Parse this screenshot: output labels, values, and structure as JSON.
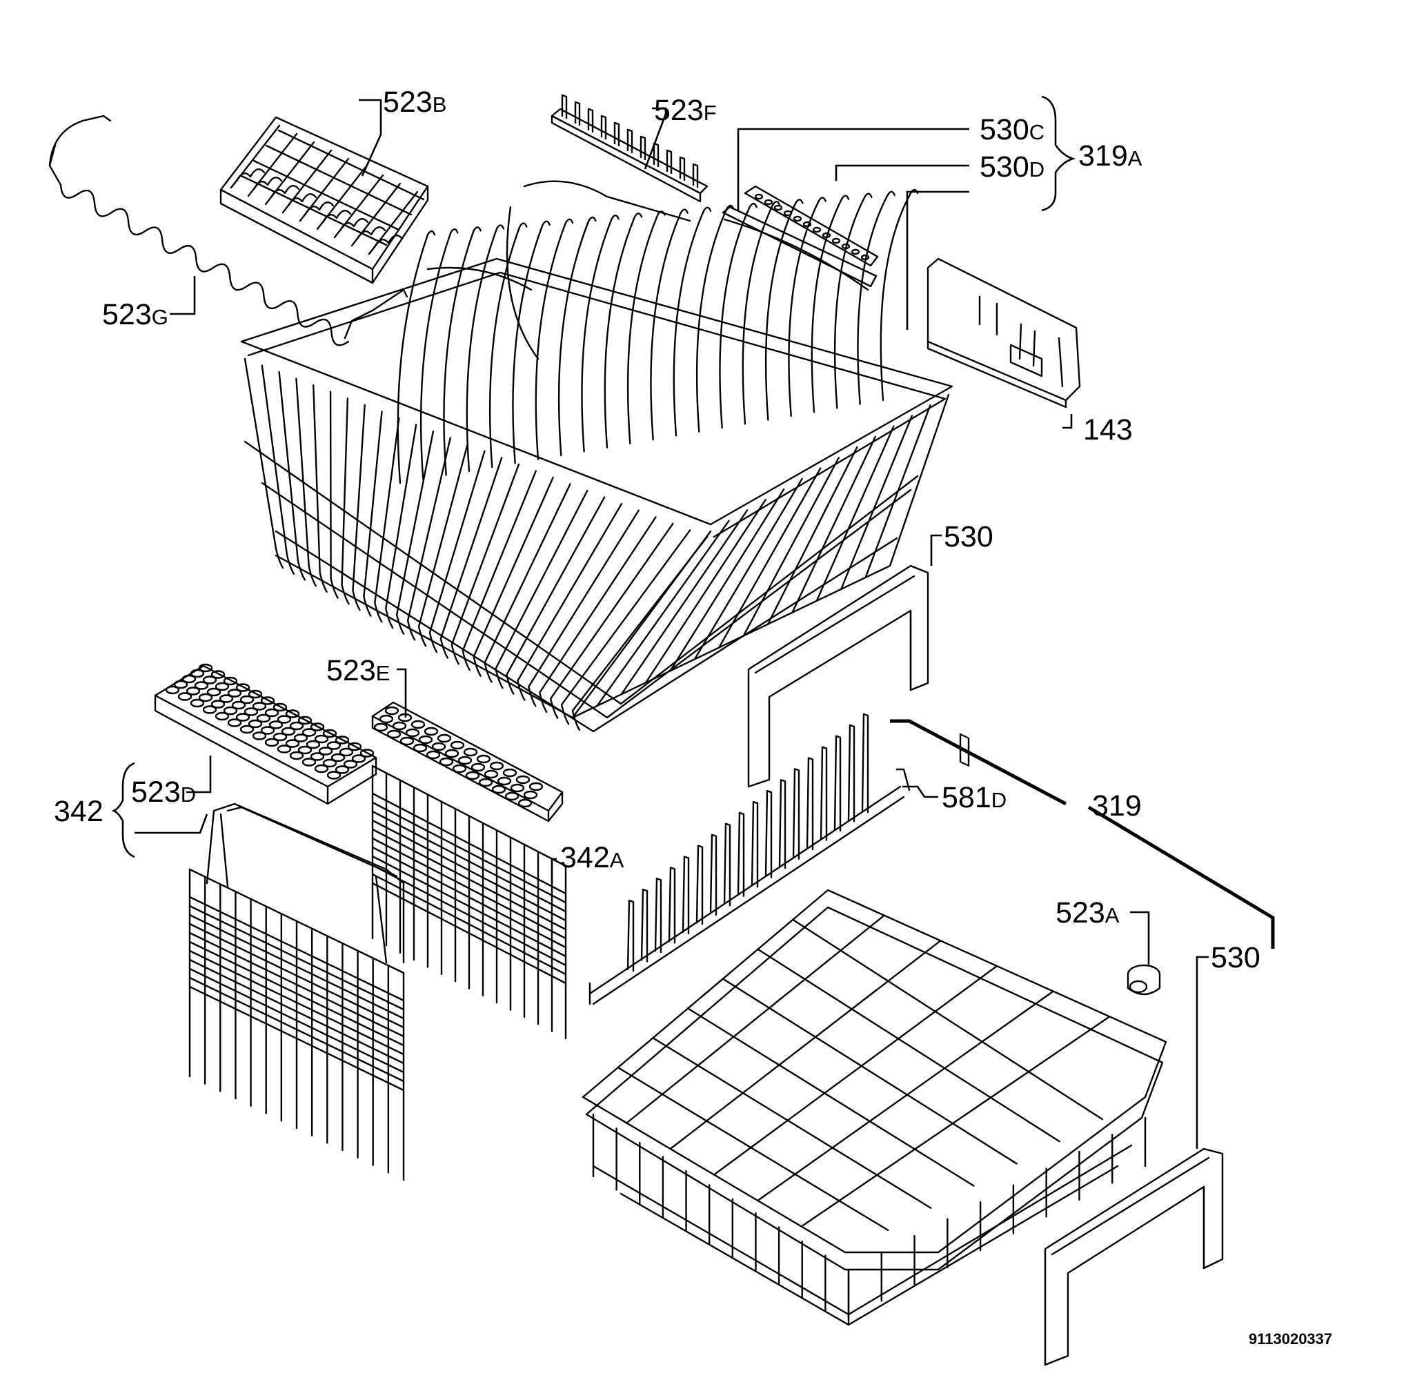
{
  "diagram_code": "9113020337",
  "labels": [
    {
      "id": "523B",
      "num": "523",
      "suffix": "B"
    },
    {
      "id": "523F",
      "num": "523",
      "suffix": "F"
    },
    {
      "id": "530C",
      "num": "530",
      "suffix": "C"
    },
    {
      "id": "530D",
      "num": "530",
      "suffix": "D"
    },
    {
      "id": "319A",
      "num": "319",
      "suffix": "A"
    },
    {
      "id": "523G",
      "num": "523",
      "suffix": "G"
    },
    {
      "id": "143",
      "num": "143",
      "suffix": ""
    },
    {
      "id": "530-upper",
      "num": "530",
      "suffix": ""
    },
    {
      "id": "523E",
      "num": "523",
      "suffix": "E"
    },
    {
      "id": "342",
      "num": "342",
      "suffix": ""
    },
    {
      "id": "523D",
      "num": "523",
      "suffix": "D"
    },
    {
      "id": "581D",
      "num": "581",
      "suffix": "D"
    },
    {
      "id": "319",
      "num": "319",
      "suffix": ""
    },
    {
      "id": "342A",
      "num": "342",
      "suffix": "A"
    },
    {
      "id": "523A",
      "num": "523",
      "suffix": "A"
    },
    {
      "id": "530-lower",
      "num": "530",
      "suffix": ""
    }
  ]
}
